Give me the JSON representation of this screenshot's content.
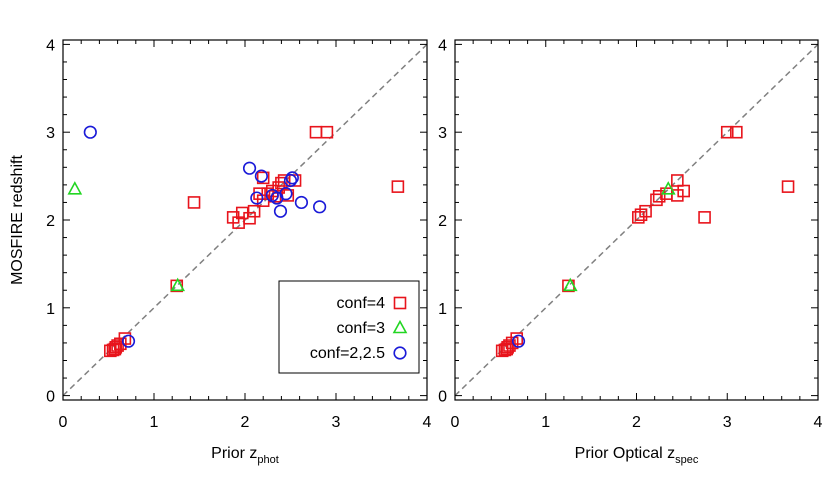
{
  "chart_data": [
    {
      "type": "scatter",
      "title": "",
      "xlabel": "Prior z",
      "xlabel_sub": "phot",
      "ylabel": "MOSFIRE redshift",
      "xlim": [
        0,
        4
      ],
      "ylim": [
        -0.05,
        4.05
      ],
      "xticks": [
        "0",
        "1",
        "2",
        "3",
        "4"
      ],
      "yticks": [
        "0",
        "1",
        "2",
        "3",
        "4"
      ],
      "reference_line": "y = x (dashed)",
      "legend": {
        "placement": "bottom-right",
        "entries": [
          {
            "label": "conf=4",
            "series": "conf4"
          },
          {
            "label": "conf=3",
            "series": "conf3"
          },
          {
            "label": "conf=2,2.5",
            "series": "conf2"
          }
        ]
      },
      "series": [
        {
          "key": "conf4",
          "name": "conf=4",
          "marker": "square",
          "color": "#e8141c",
          "points": [
            [
              0.52,
              0.51
            ],
            [
              0.55,
              0.52
            ],
            [
              0.57,
              0.53
            ],
            [
              0.58,
              0.55
            ],
            [
              0.6,
              0.57
            ],
            [
              0.63,
              0.59
            ],
            [
              0.68,
              0.65
            ],
            [
              1.25,
              1.25
            ],
            [
              1.44,
              2.2
            ],
            [
              1.87,
              2.03
            ],
            [
              1.93,
              1.97
            ],
            [
              1.97,
              2.08
            ],
            [
              2.05,
              2.02
            ],
            [
              2.1,
              2.1
            ],
            [
              2.16,
              2.3
            ],
            [
              2.2,
              2.22
            ],
            [
              2.25,
              2.3
            ],
            [
              2.3,
              2.33
            ],
            [
              2.33,
              2.27
            ],
            [
              2.37,
              2.37
            ],
            [
              2.4,
              2.42
            ],
            [
              2.43,
              2.45
            ],
            [
              2.47,
              2.28
            ],
            [
              2.2,
              2.48
            ],
            [
              2.55,
              2.45
            ],
            [
              2.78,
              3.0
            ],
            [
              2.9,
              3.0
            ],
            [
              3.68,
              2.38
            ]
          ]
        },
        {
          "key": "conf3",
          "name": "conf=3",
          "marker": "triangle",
          "color": "#22d622",
          "points": [
            [
              0.13,
              2.35
            ],
            [
              1.26,
              1.25
            ]
          ]
        },
        {
          "key": "conf2",
          "name": "conf=2,2.5",
          "marker": "circle",
          "color": "#1a1ad8",
          "points": [
            [
              0.3,
              3.0
            ],
            [
              0.72,
              0.62
            ],
            [
              2.05,
              2.59
            ],
            [
              2.13,
              2.25
            ],
            [
              2.18,
              2.5
            ],
            [
              2.3,
              2.28
            ],
            [
              2.35,
              2.25
            ],
            [
              2.39,
              2.1
            ],
            [
              2.45,
              2.3
            ],
            [
              2.5,
              2.45
            ],
            [
              2.52,
              2.48
            ],
            [
              2.62,
              2.2
            ],
            [
              2.82,
              2.15
            ]
          ]
        }
      ]
    },
    {
      "type": "scatter",
      "title": "",
      "xlabel": "Prior Optical z",
      "xlabel_sub": "spec",
      "ylabel": "",
      "xlim": [
        0,
        4
      ],
      "ylim": [
        -0.05,
        4.05
      ],
      "xticks": [
        "0",
        "1",
        "2",
        "3",
        "4"
      ],
      "yticks": [
        "0",
        "1",
        "2",
        "3",
        "4"
      ],
      "reference_line": "y = x (dashed)",
      "series": [
        {
          "key": "conf4",
          "name": "conf=4",
          "marker": "square",
          "color": "#e8141c",
          "points": [
            [
              0.52,
              0.51
            ],
            [
              0.55,
              0.52
            ],
            [
              0.57,
              0.53
            ],
            [
              0.58,
              0.55
            ],
            [
              0.6,
              0.57
            ],
            [
              0.63,
              0.6
            ],
            [
              0.68,
              0.65
            ],
            [
              1.25,
              1.25
            ],
            [
              2.02,
              2.03
            ],
            [
              2.05,
              2.06
            ],
            [
              2.1,
              2.1
            ],
            [
              2.22,
              2.23
            ],
            [
              2.25,
              2.27
            ],
            [
              2.33,
              2.3
            ],
            [
              2.45,
              2.28
            ],
            [
              2.45,
              2.45
            ],
            [
              2.52,
              2.33
            ],
            [
              2.75,
              2.03
            ],
            [
              3.0,
              3.0
            ],
            [
              3.1,
              3.0
            ],
            [
              3.67,
              2.38
            ]
          ]
        },
        {
          "key": "conf3",
          "name": "conf=3",
          "marker": "triangle",
          "color": "#22d622",
          "points": [
            [
              1.27,
              1.25
            ],
            [
              2.35,
              2.35
            ]
          ]
        },
        {
          "key": "conf2",
          "name": "conf=2,2.5",
          "marker": "circle",
          "color": "#1a1ad8",
          "points": [
            [
              0.7,
              0.62
            ]
          ]
        }
      ]
    }
  ]
}
